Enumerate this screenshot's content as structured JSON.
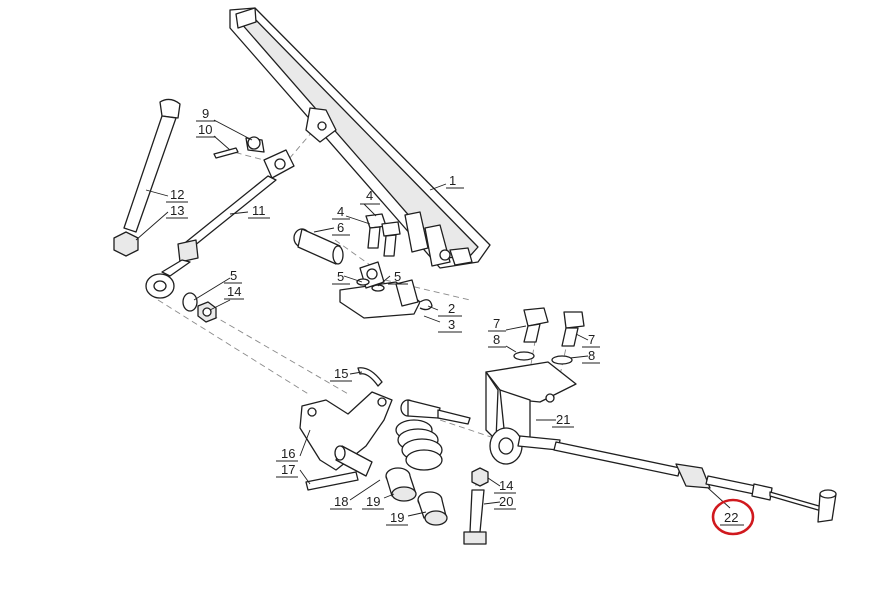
{
  "diagram": {
    "callouts": [
      {
        "id": "c1",
        "text": "1"
      },
      {
        "id": "c2",
        "text": "2"
      },
      {
        "id": "c3",
        "text": "3"
      },
      {
        "id": "c4a",
        "text": "4"
      },
      {
        "id": "c4b",
        "text": "4"
      },
      {
        "id": "c5a",
        "text": "5"
      },
      {
        "id": "c5b",
        "text": "5"
      },
      {
        "id": "c5c",
        "text": "5"
      },
      {
        "id": "c6",
        "text": "6"
      },
      {
        "id": "c7a",
        "text": "7"
      },
      {
        "id": "c7b",
        "text": "7"
      },
      {
        "id": "c8a",
        "text": "8"
      },
      {
        "id": "c8b",
        "text": "8"
      },
      {
        "id": "c9",
        "text": "9"
      },
      {
        "id": "c10",
        "text": "10"
      },
      {
        "id": "c11",
        "text": "11"
      },
      {
        "id": "c12",
        "text": "12"
      },
      {
        "id": "c13",
        "text": "13"
      },
      {
        "id": "c14a",
        "text": "14"
      },
      {
        "id": "c14b",
        "text": "14"
      },
      {
        "id": "c15",
        "text": "15"
      },
      {
        "id": "c16",
        "text": "16"
      },
      {
        "id": "c17",
        "text": "17"
      },
      {
        "id": "c18",
        "text": "18"
      },
      {
        "id": "c19a",
        "text": "19"
      },
      {
        "id": "c19b",
        "text": "19"
      },
      {
        "id": "c20",
        "text": "20"
      },
      {
        "id": "c21",
        "text": "21"
      },
      {
        "id": "c22",
        "text": "22"
      }
    ],
    "highlighted_part": "22",
    "highlight_color": "#d0191e",
    "line_color": "#1f1f1f"
  }
}
